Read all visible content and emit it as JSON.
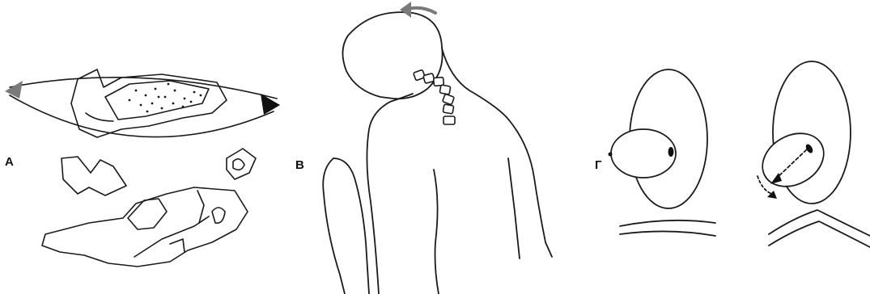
{
  "labels": {
    "a": "A",
    "b": "B",
    "g": "Г"
  },
  "colors": {
    "stroke": "#1a1a1a",
    "arrow_gray": "#7a7a7a",
    "arrow_dark": "#111111"
  }
}
